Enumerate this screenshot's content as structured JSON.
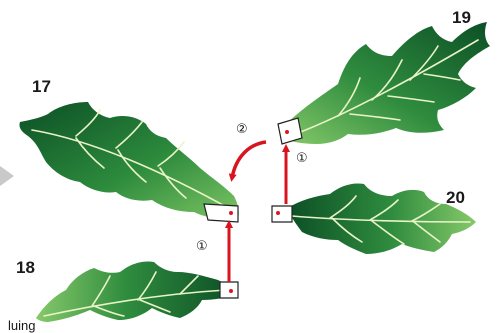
{
  "leaves": {
    "top_right": {
      "label": "19"
    },
    "left_upper": {
      "label": "17"
    },
    "right_lower": {
      "label": "20"
    },
    "bottom_left": {
      "label": "18"
    }
  },
  "steps": {
    "step_one_a": "①",
    "step_one_b": "①",
    "step_two": "②"
  },
  "cut_off_text": "luing",
  "colors": {
    "leaf_dark": "#0f5a2b",
    "leaf_light": "#6fbf5a",
    "vein": "#e9f3c8",
    "arrow": "#d8141f",
    "tab_fill": "#ffffff",
    "tab_stroke": "#222222",
    "dot": "#e0141f",
    "side_arrow": "#c9c9c9"
  }
}
